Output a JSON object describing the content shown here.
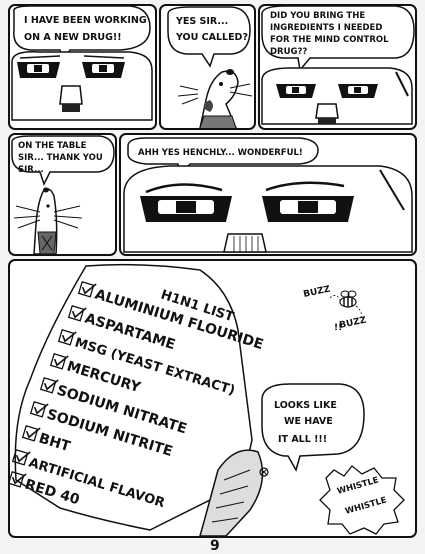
{
  "panels": {
    "p1": {
      "speech": [
        "I HAVE BEEN WORKING",
        "ON A NEW DRUG!!"
      ]
    },
    "p2": {
      "speech": [
        "YES SIR...",
        "YOU CALLED?"
      ]
    },
    "p3": {
      "speech": [
        "DID YOU BRING THE",
        "INGREDIENTS I NEEDED",
        "FOR THE MIND CONTROL",
        "DRUG??"
      ]
    },
    "p4": {
      "speech": [
        "ON THE TABLE",
        "SIR... THANK YOU",
        "SIR..."
      ]
    },
    "p5": {
      "speech": [
        "AHH YES HENCHLY... WONDERFUL!"
      ]
    },
    "p6": {
      "list_title": "H1N1 LIST",
      "list_items": [
        "ALUMINIUM FLOURIDE",
        "ASPARTAME",
        "MSG (YEAST EXTRACT)",
        "MERCURY",
        "SODIUM NITRATE",
        "SODIUM NITRITE",
        "BHT",
        "ARTIFICIAL FLAVOR",
        "RED 40"
      ],
      "speech": [
        "LOOKS LIKE",
        "WE HAVE",
        "IT ALL !!!"
      ],
      "buzz_1": "BUZZ",
      "buzz_2": "BUZZ",
      "whistle_1": "WHISTLE",
      "whistle_2": "WHISTLE"
    }
  },
  "page_number": "9"
}
